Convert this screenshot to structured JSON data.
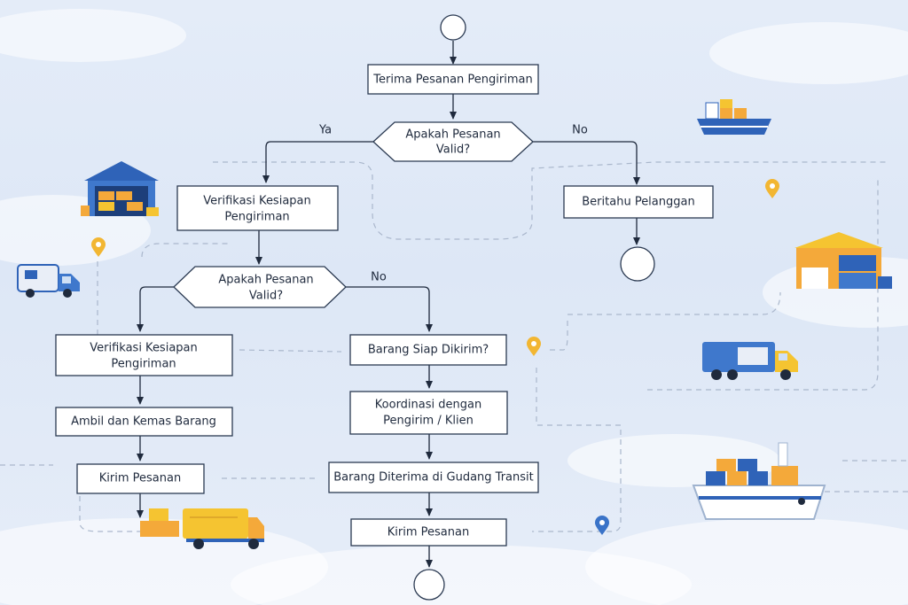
{
  "nodes": {
    "terima": "Terima Pesanan Pengiriman",
    "decision1_line1": "Apakah Pesanan",
    "decision1_line2": "Valid?",
    "verifikasi_top_line1": "Verifikasi Kesiapan",
    "verifikasi_top_line2": "Pengiriman",
    "beritahu": "Beritahu Pelanggan",
    "decision2_line1": "Apakah Pesanan",
    "decision2_line2": "Valid?",
    "verifikasi_left_line1": "Verifikasi Kesiapan",
    "verifikasi_left_line2": "Pengiriman",
    "ambil": "Ambil dan Kemas Barang",
    "kirim_left": "Kirim Pesanan",
    "barang_siap": "Barang Siap Dikirim?",
    "koordinasi_line1": "Koordinasi dengan",
    "koordinasi_line2": "Pengirim / Klien",
    "barang_diterima": "Barang Diterima di Gudang Transit",
    "kirim_right": "Kirim Pesanan"
  },
  "edge_labels": {
    "ya": "Ya",
    "no_top": "No",
    "no_mid": "No"
  },
  "colors": {
    "truck_body": "#f5c431",
    "cargo_box": "#f4a93a",
    "container_blue": "#2f63b8",
    "pin_yellow": "#f2b632",
    "pin_blue": "#3a73c8"
  },
  "illustrations": [
    "warehouse-icon",
    "cargo-ship-icon",
    "delivery-van-icon",
    "location-pin-icon",
    "box-truck-icon",
    "container-warehouse-icon",
    "container-ship-icon"
  ]
}
